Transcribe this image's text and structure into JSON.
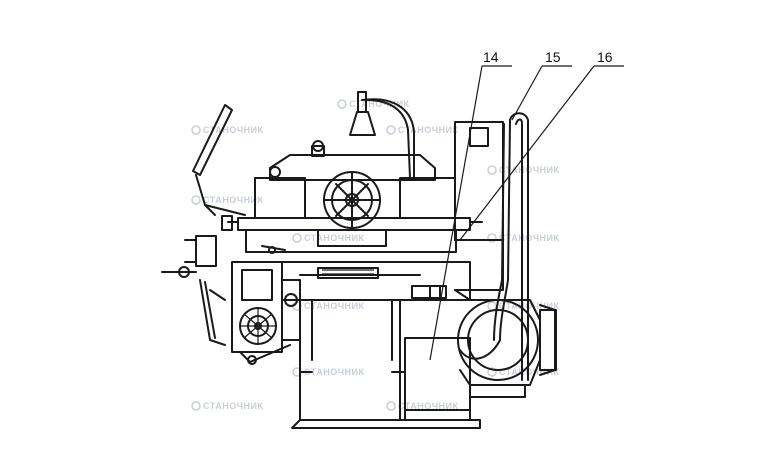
{
  "diagram": {
    "callouts": [
      {
        "id": "14",
        "label": "14"
      },
      {
        "id": "15",
        "label": "15"
      },
      {
        "id": "16",
        "label": "16"
      }
    ],
    "watermark": {
      "text": "СТАНОЧНИК",
      "color": "#c9cfd6"
    },
    "colors": {
      "ink": "#1a1a1a",
      "background": "#ffffff"
    }
  }
}
